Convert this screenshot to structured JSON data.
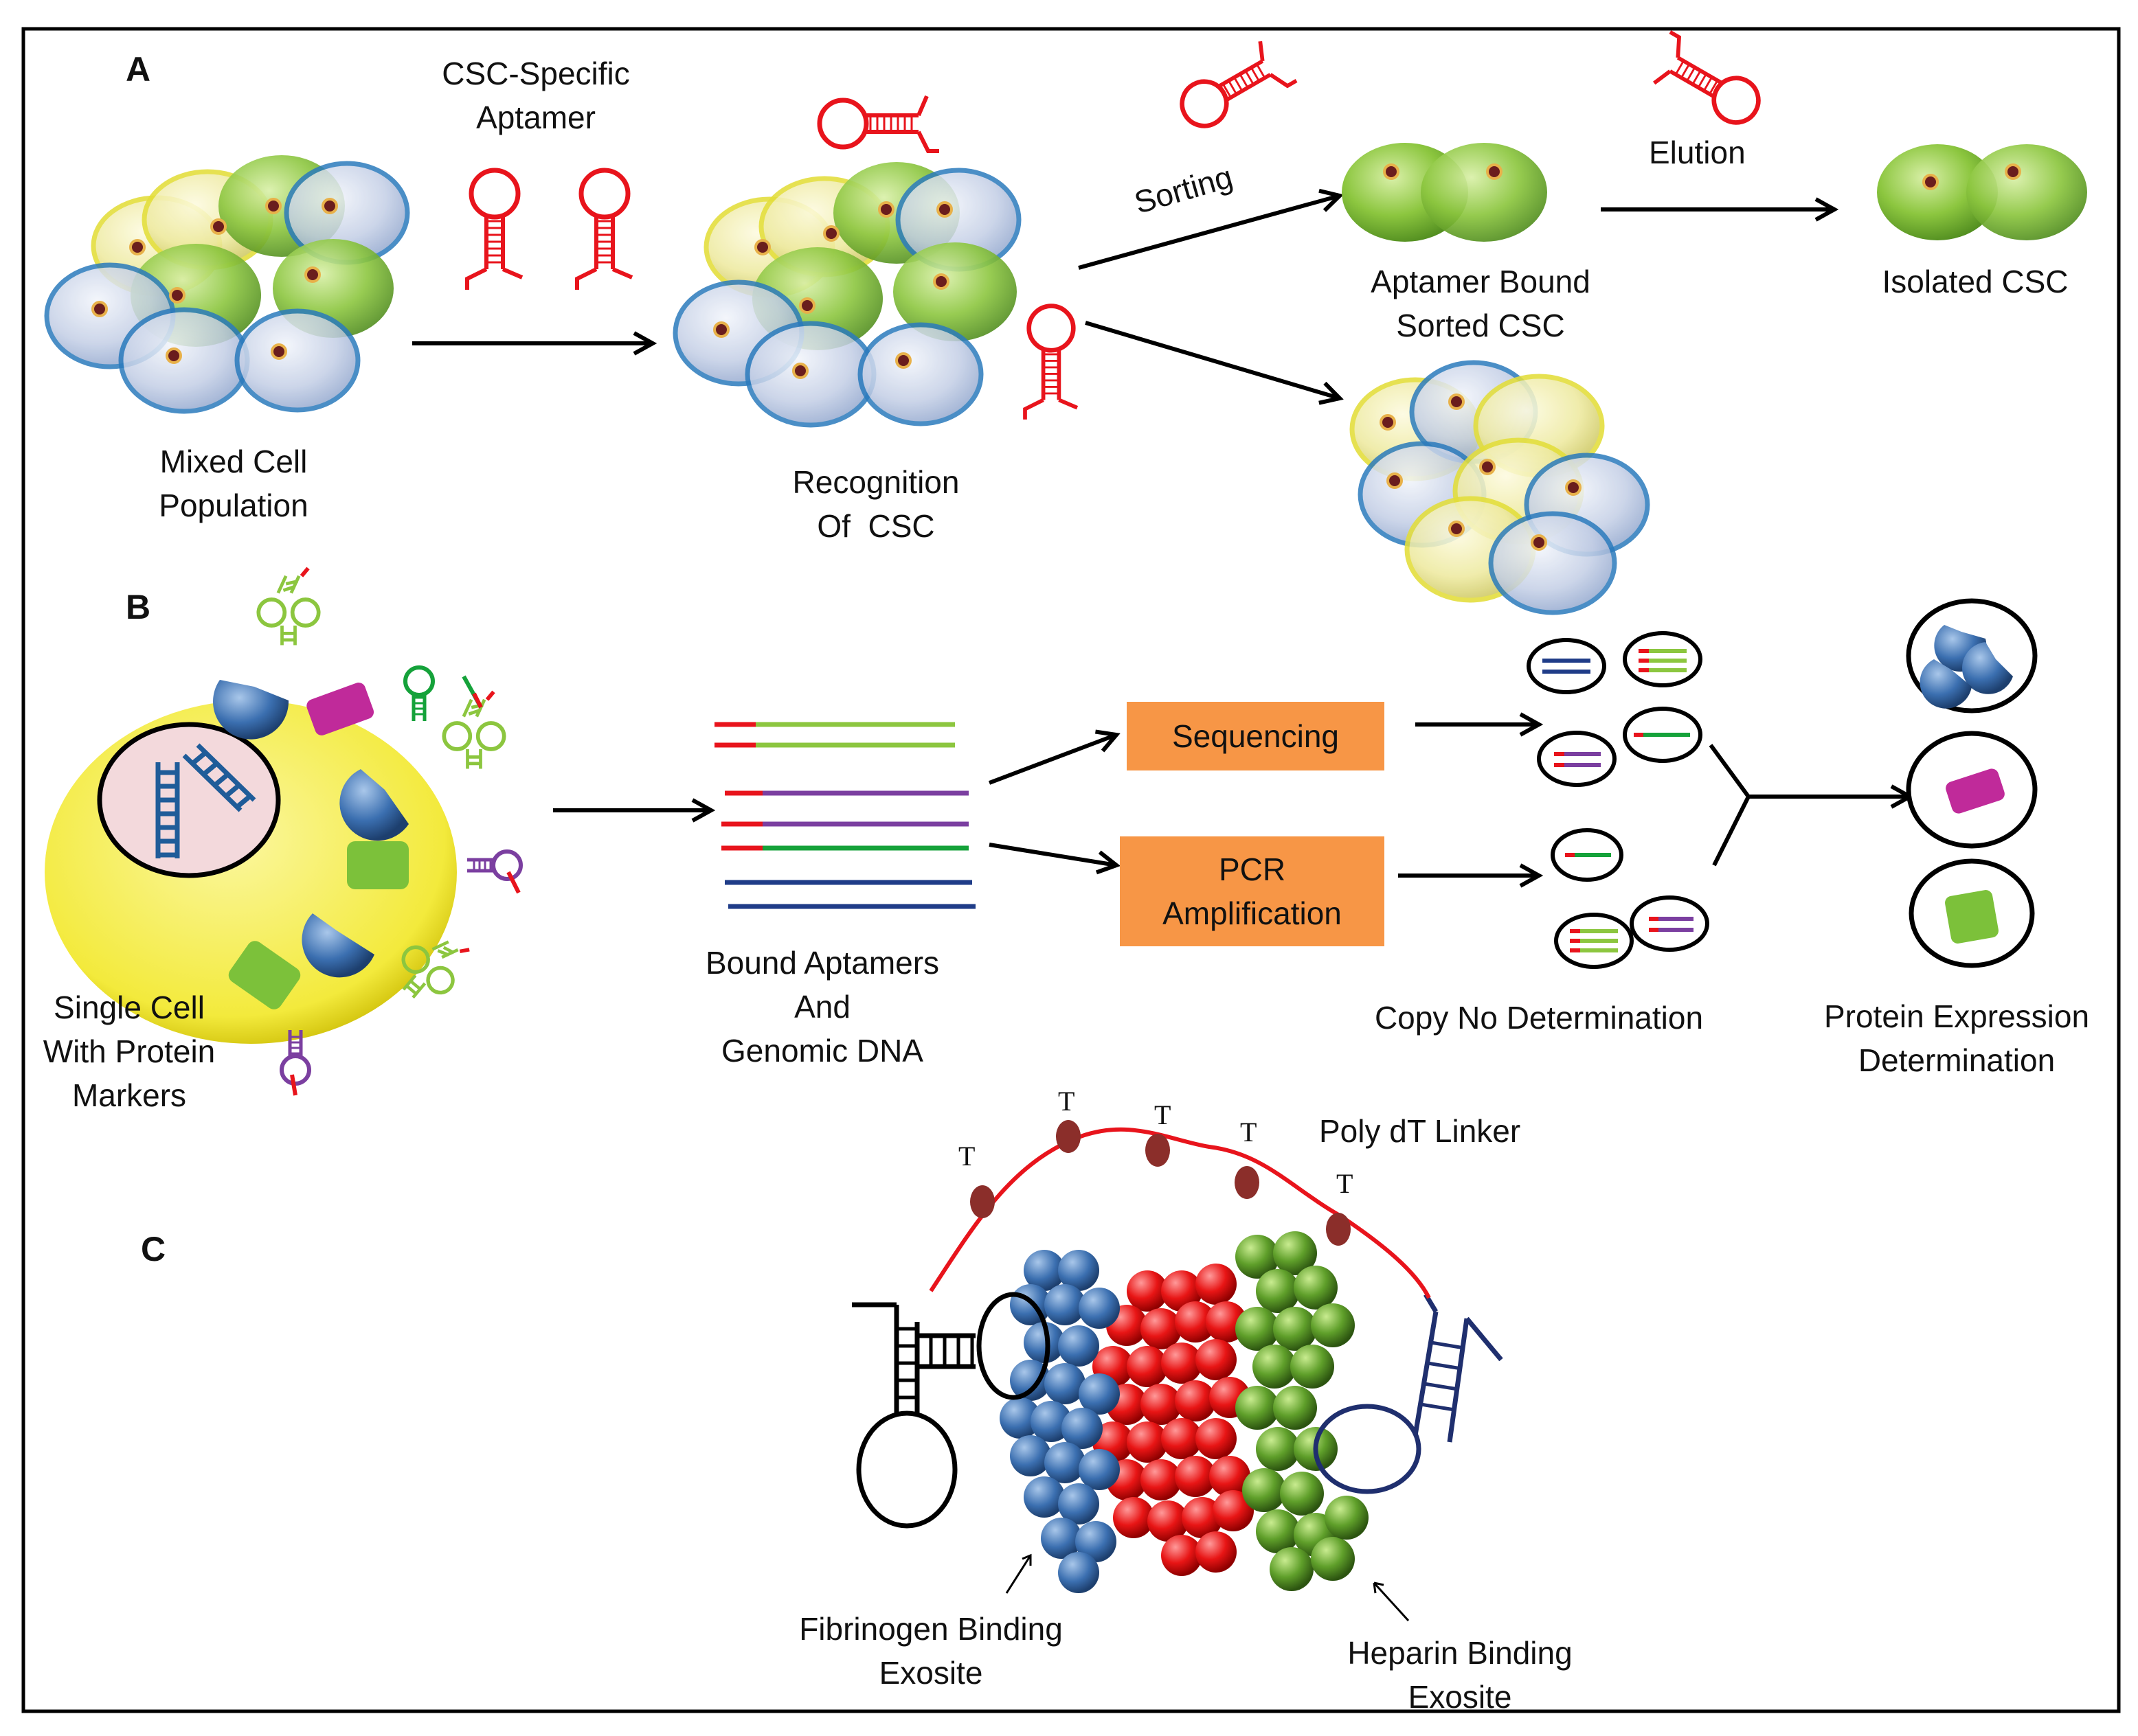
{
  "panels": {
    "a": "A",
    "b": "B",
    "c": "C"
  },
  "panel_a": {
    "csc_specific_aptamer": [
      "CSC-Specific",
      "Aptamer"
    ],
    "mixed_cell_population": [
      "Mixed Cell",
      "Population"
    ],
    "recognition_of_csc": [
      "Recognition",
      "Of  CSC"
    ],
    "sorting": "Sorting",
    "elution": "Elution",
    "aptamer_bound_sorted_csc": [
      "Aptamer Bound",
      "Sorted CSC"
    ],
    "isolated_csc": "Isolated CSC"
  },
  "panel_b": {
    "single_cell": [
      "Single Cell",
      "With Protein",
      "Markers"
    ],
    "bound_aptamers": [
      "Bound Aptamers",
      "And",
      "Genomic DNA"
    ],
    "sequencing": "Sequencing",
    "pcr_amplification": [
      "PCR",
      "Amplification"
    ],
    "copy_no_determination": "Copy No Determination",
    "protein_expression": [
      "Protein Expression",
      "Determination"
    ]
  },
  "panel_c": {
    "poly_dt_linker": "Poly dT Linker",
    "t_marks": [
      "T",
      "T",
      "T",
      "T",
      "T"
    ],
    "fibrinogen_exosite": [
      "Fibrinogen Binding",
      "Exosite"
    ],
    "heparin_exosite": [
      "Heparin Binding",
      "Exosite"
    ]
  },
  "colors": {
    "aptamer_red": "#e8141c",
    "csc_green": "#8cc63f",
    "cell_yellow": "#f2ef7a",
    "cell_blue_rim": "#2b7bbd",
    "box_orange": "#f79646",
    "dna_purple": "#7b3fa0",
    "dna_navy": "#1f3c88",
    "fibrinogen_blue": "#3b6fb0",
    "thrombin_red": "#e01010",
    "heparin_green": "#5a9a2a",
    "linker_bead": "#8b2e2a"
  }
}
